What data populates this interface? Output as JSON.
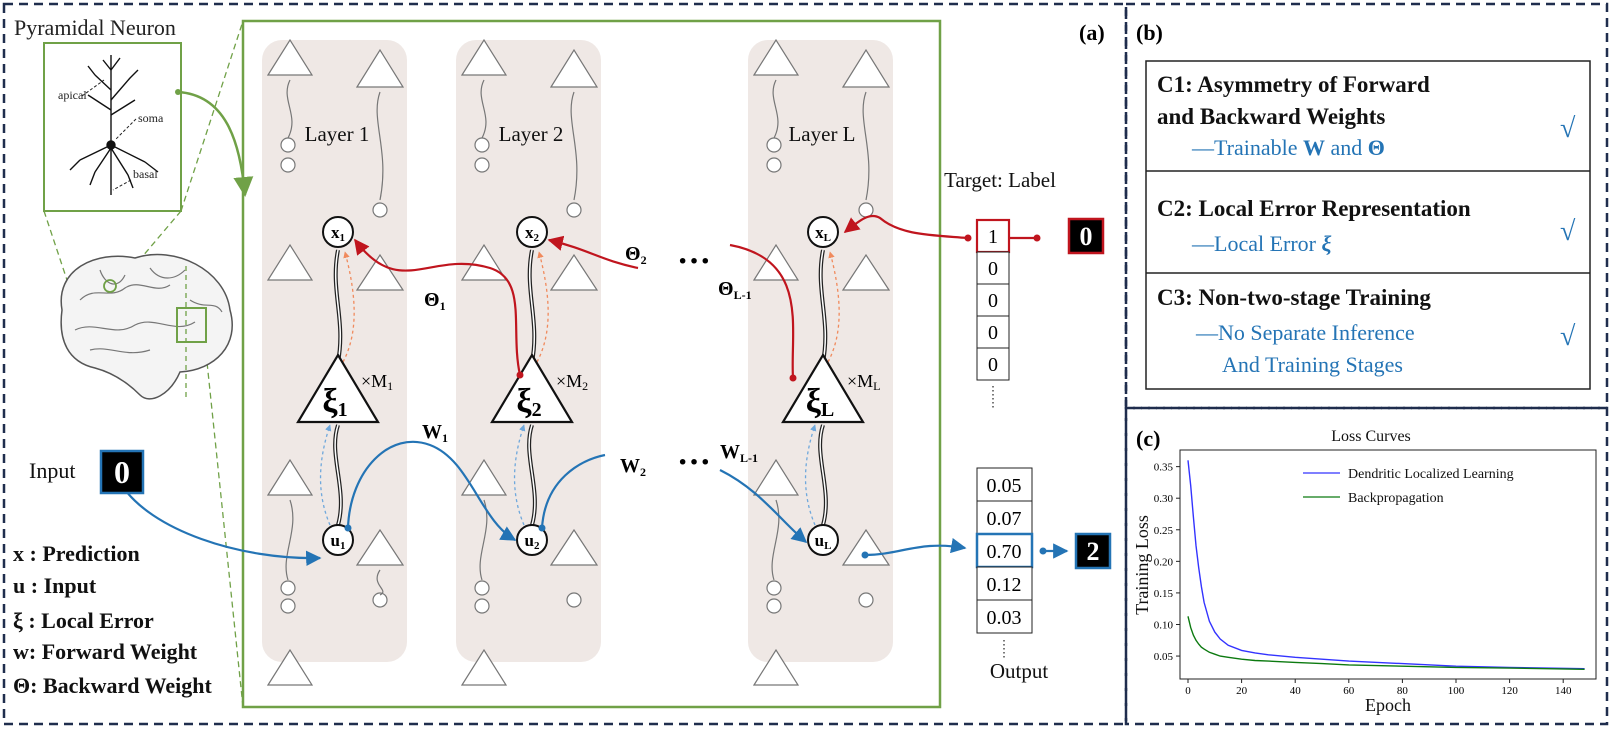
{
  "panel_labels": {
    "a": "(a)",
    "b": "(b)",
    "c": "(c)"
  },
  "neuron": {
    "title": "Pyramidal Neuron",
    "apical": "apical",
    "soma": "soma",
    "basal": "basal"
  },
  "layers": [
    {
      "title": "Layer 1",
      "x_main": "x",
      "x_sub": "1",
      "u_main": "u",
      "u_sub": "1",
      "xi_main": "ξ",
      "xi_sub": "1",
      "m_main": "×M",
      "m_sub": "1",
      "theta_main": "Θ",
      "theta_sub": "1",
      "w_main": "W",
      "w_sub": "1"
    },
    {
      "title": "Layer 2",
      "x_main": "x",
      "x_sub": "2",
      "u_main": "u",
      "u_sub": "2",
      "xi_main": "ξ",
      "xi_sub": "2",
      "m_main": "×M",
      "m_sub": "2",
      "theta_main": "Θ",
      "theta_sub": "2",
      "w_main": "W",
      "w_sub": "2"
    },
    {
      "title": "Layer L",
      "x_main": "x",
      "x_sub": "L",
      "u_main": "u",
      "u_sub": "L",
      "xi_main": "ξ",
      "xi_sub": "L",
      "m_main": "×M",
      "m_sub": "L",
      "theta_main": "Θ",
      "theta_sub": "L-1",
      "w_main": "W",
      "w_sub": "L-1"
    }
  ],
  "dots": "···",
  "target": {
    "title": "Target: Label",
    "cells": [
      "1",
      "0",
      "0",
      "0",
      "0"
    ],
    "digit": "0"
  },
  "output": {
    "title": "Output",
    "cells": [
      "0.05",
      "0.07",
      "0.70",
      "0.12",
      "0.03"
    ],
    "digit": "2"
  },
  "input": {
    "label": "Input",
    "digit": "0"
  },
  "legend": [
    {
      "sym": "x",
      "text": " : Prediction"
    },
    {
      "sym": "u",
      "text": " : Input"
    },
    {
      "sym": "ξ",
      "text": " : Local Error"
    },
    {
      "sym": "w",
      "text": ": Forward Weight"
    },
    {
      "sym": "Θ",
      "text": ": Backward Weight"
    }
  ],
  "criteria": [
    {
      "code": "C1",
      "title_a": ": Asymmetry of Forward",
      "title_b": "and Backward Weights",
      "sub_a": "—Trainable ",
      "sub_w": "W",
      "sub_and": " and ",
      "sub_theta": "Θ",
      "check": "√"
    },
    {
      "code": "C2",
      "title_a": ": Local Error Representation",
      "sub_a": "—Local Error  ",
      "sub_xi": "ξ",
      "check": "√"
    },
    {
      "code": "C3",
      "title_a": ": Non-two-stage Training",
      "sub_a": "—No Separate Inference",
      "sub_b": "And Training Stages",
      "check": "√"
    }
  ],
  "colors": {
    "border": "#1f2d4d",
    "green": "#70a147",
    "red": "#c0151e",
    "blue": "#2474b5",
    "dll": "#3333ff",
    "bp": "#0c7a10",
    "column": "#efe8e5"
  },
  "chart_data": {
    "type": "line",
    "title": "Loss Curves",
    "xlabel": "Epoch",
    "ylabel": "Training Loss",
    "xlim": [
      0,
      150
    ],
    "ylim": [
      0.02,
      0.37
    ],
    "xticks": [
      "0",
      "20",
      "40",
      "60",
      "80",
      "100",
      "120",
      "140"
    ],
    "yticks": [
      "0.05",
      "0.10",
      "0.15",
      "0.20",
      "0.25",
      "0.30",
      "0.35"
    ],
    "legend_position": "top-right",
    "grid": false,
    "series": [
      {
        "name": "Dendritic Localized Learning",
        "color": "#3333ff",
        "x": [
          0,
          1,
          2,
          3,
          4,
          5,
          6,
          8,
          10,
          12,
          15,
          20,
          25,
          30,
          40,
          50,
          60,
          80,
          100,
          120,
          148
        ],
        "y": [
          0.36,
          0.32,
          0.27,
          0.225,
          0.19,
          0.16,
          0.135,
          0.105,
          0.088,
          0.077,
          0.067,
          0.059,
          0.055,
          0.052,
          0.048,
          0.045,
          0.042,
          0.038,
          0.034,
          0.032,
          0.03
        ]
      },
      {
        "name": "Backpropagation",
        "color": "#0c7a10",
        "x": [
          0,
          1,
          2,
          3,
          4,
          5,
          6,
          8,
          10,
          12,
          15,
          20,
          25,
          30,
          40,
          50,
          60,
          80,
          100,
          120,
          148
        ],
        "y": [
          0.113,
          0.095,
          0.083,
          0.075,
          0.069,
          0.064,
          0.061,
          0.056,
          0.053,
          0.05,
          0.048,
          0.045,
          0.043,
          0.042,
          0.04,
          0.038,
          0.036,
          0.034,
          0.032,
          0.031,
          0.029
        ]
      }
    ]
  }
}
